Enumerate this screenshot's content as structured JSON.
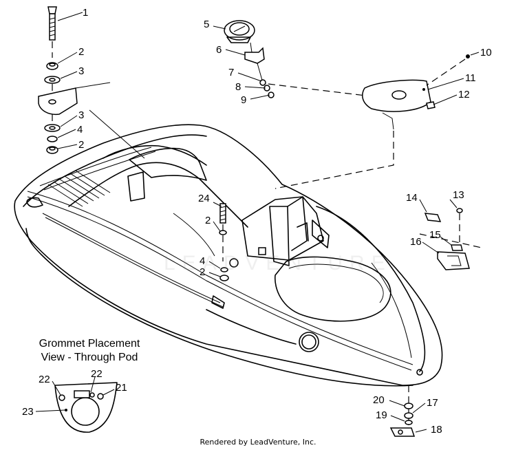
{
  "callouts": [
    "1",
    "2",
    "3",
    "3",
    "4",
    "2",
    "5",
    "6",
    "7",
    "8",
    "9",
    "10",
    "11",
    "12",
    "24",
    "2",
    "4",
    "2",
    "13",
    "14",
    "15",
    "16",
    "20",
    "17",
    "19",
    "18",
    "22",
    "22",
    "21",
    "23"
  ],
  "inset": {
    "title_line1": "Grommet Placement",
    "title_line2": "View - Through Pod"
  },
  "watermark": "LEADVENTURE",
  "footer": "Rendered by LeadVenture, Inc."
}
